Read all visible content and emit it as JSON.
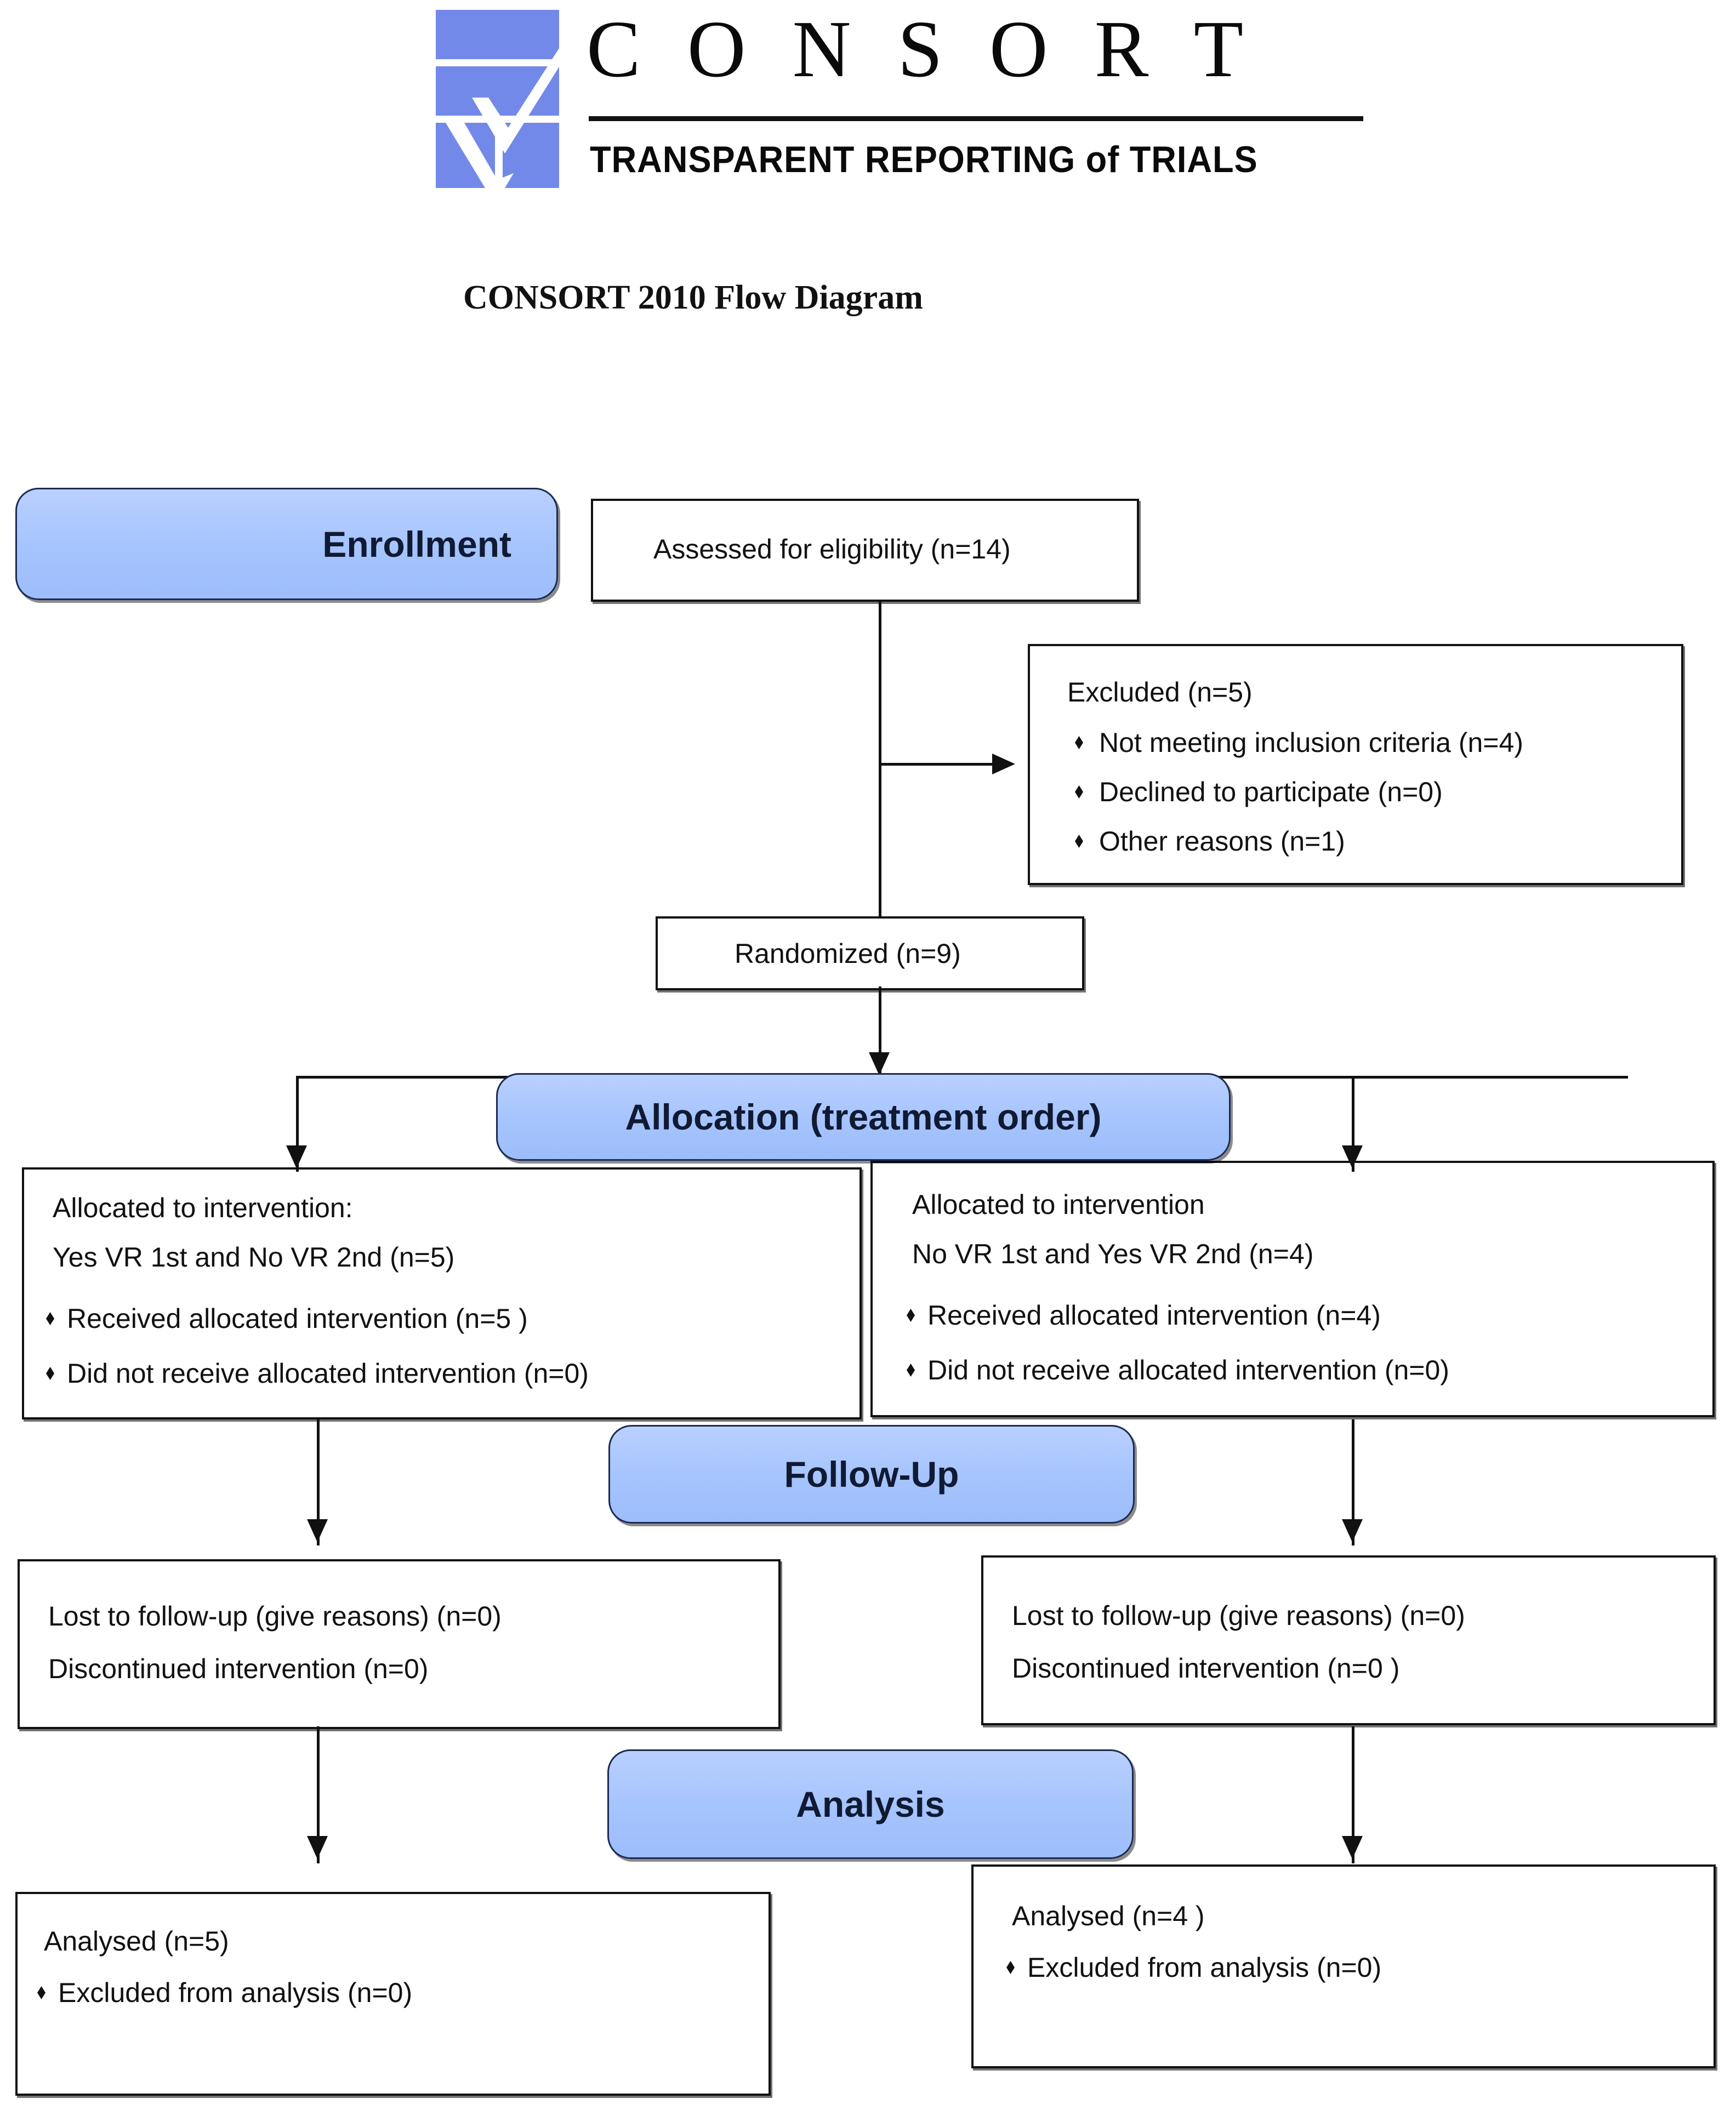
{
  "header": {
    "logo": {
      "icon_name": "consort-logo-check-mark",
      "brand_word": "C O N S O R T",
      "tagline": "TRANSPARENT REPORTING of TRIALS",
      "brand_color": "#7289ea"
    },
    "diagram_title": "CONSORT 2010 Flow Diagram"
  },
  "colors": {
    "stage_band_fill": "#a8c6ff",
    "stage_band_border": "#1b2a52",
    "node_border": "#111111",
    "text": "#111111"
  },
  "stages": [
    {
      "id": "enrollment",
      "label": "Enrollment"
    },
    {
      "id": "allocation",
      "label": "Allocation (treatment order)"
    },
    {
      "id": "followup",
      "label": "Follow-Up"
    },
    {
      "id": "analysis",
      "label": "Analysis"
    }
  ],
  "nodes": {
    "assessed": {
      "lines": [
        "Assessed for eligibility (n=14)"
      ]
    },
    "excluded": {
      "heading": "Excluded (n=5)",
      "bullets": [
        "Not meeting inclusion criteria (n=4)",
        "Declined to participate (n=0)",
        "Other reasons (n=1)"
      ]
    },
    "randomized": {
      "lines": [
        "Randomized (n=9)"
      ]
    },
    "allocated_left": {
      "lines": [
        "Allocated to intervention:",
        "Yes VR 1st and No VR 2nd (n=5)"
      ],
      "bullets": [
        "Received allocated intervention (n=5 )",
        "Did not receive allocated intervention (n=0)"
      ]
    },
    "allocated_right": {
      "lines": [
        "Allocated to intervention",
        "No VR 1st and Yes VR 2nd (n=4)"
      ],
      "bullets": [
        "Received allocated intervention (n=4)",
        "Did not receive allocated intervention (n=0)"
      ]
    },
    "followup_left": {
      "lines": [
        "Lost to follow-up (give reasons) (n=0)",
        "Discontinued intervention (n=0)"
      ]
    },
    "followup_right": {
      "lines": [
        "Lost to follow-up (give reasons) (n=0)",
        "Discontinued intervention (n=0 )"
      ]
    },
    "analysis_left": {
      "heading": "Analysed (n=5)",
      "bullets": [
        "Excluded from analysis (n=0)"
      ]
    },
    "analysis_right": {
      "heading": "Analysed (n=4 )",
      "bullets": [
        "Excluded from analysis (n=0)"
      ]
    }
  }
}
